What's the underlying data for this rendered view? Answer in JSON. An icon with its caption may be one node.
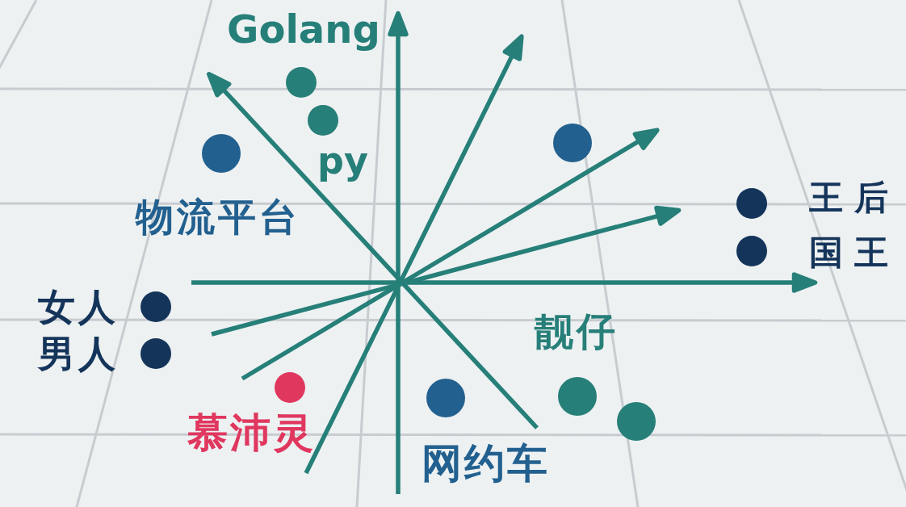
{
  "diagram": {
    "labels": [
      "Golang",
      "py",
      "物流平台",
      "王后",
      "国王",
      "女人",
      "男人",
      "靓仔",
      "慕沛灵",
      "网约车"
    ]
  }
}
